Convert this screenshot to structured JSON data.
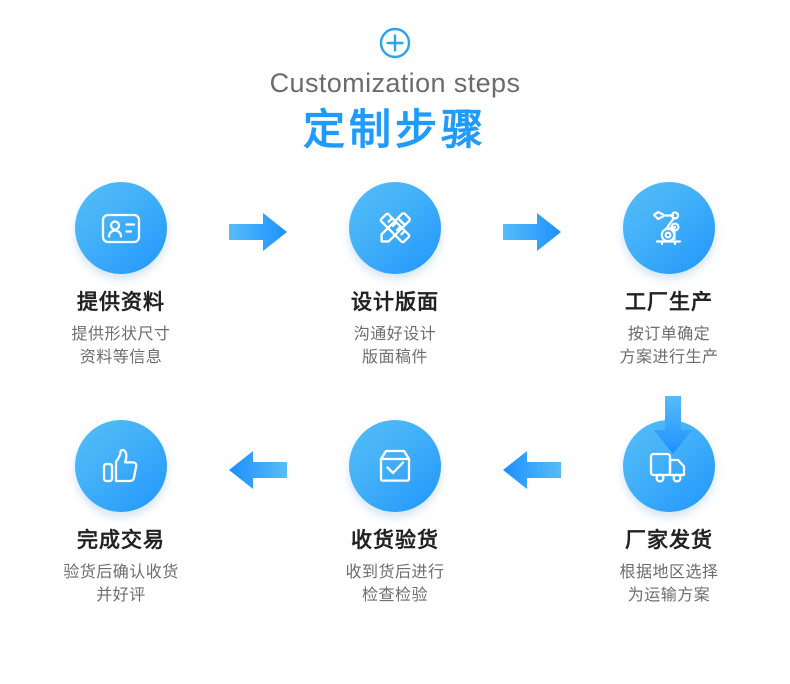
{
  "header": {
    "plus_icon": "circled-plus-icon",
    "title_en": "Customization steps",
    "title_cn": "定制步骤",
    "accent_color": "#1F9BFF",
    "subtitle_color": "#6b6b6b"
  },
  "theme": {
    "circle_gradient_from": "#55BDF7",
    "circle_gradient_to": "#2196FD",
    "arrow_gradient_from": "#55BDF7",
    "arrow_gradient_to": "#1E90FF",
    "title_color": "#222222",
    "desc_color": "#6d6d6d",
    "background": "#ffffff"
  },
  "steps": [
    {
      "index": 1,
      "icon": "id-card-icon",
      "title": "提供资料",
      "desc_lines": [
        "提供形状尺寸",
        "资料等信息"
      ]
    },
    {
      "index": 2,
      "icon": "pencil-ruler-icon",
      "title": "设计版面",
      "desc_lines": [
        "沟通好设计",
        "版面稿件"
      ]
    },
    {
      "index": 3,
      "icon": "robot-arm-icon",
      "title": "工厂生产",
      "desc_lines": [
        "按订单确定",
        "方案进行生产"
      ]
    },
    {
      "index": 4,
      "icon": "delivery-truck-icon",
      "title": "厂家发货",
      "desc_lines": [
        "根据地区选择",
        "为运输方案"
      ]
    },
    {
      "index": 5,
      "icon": "box-check-icon",
      "title": "收货验货",
      "desc_lines": [
        "收到货后进行",
        "检查检验"
      ]
    },
    {
      "index": 6,
      "icon": "thumbs-up-icon",
      "title": "完成交易",
      "desc_lines": [
        "验货后确认收货",
        "并好评"
      ]
    }
  ],
  "arrows": [
    {
      "name": "arrow-step1-to-step2",
      "direction": "right"
    },
    {
      "name": "arrow-step2-to-step3",
      "direction": "right"
    },
    {
      "name": "arrow-step3-to-step4",
      "direction": "down"
    },
    {
      "name": "arrow-step4-to-step5",
      "direction": "left"
    },
    {
      "name": "arrow-step5-to-step6",
      "direction": "left"
    }
  ]
}
